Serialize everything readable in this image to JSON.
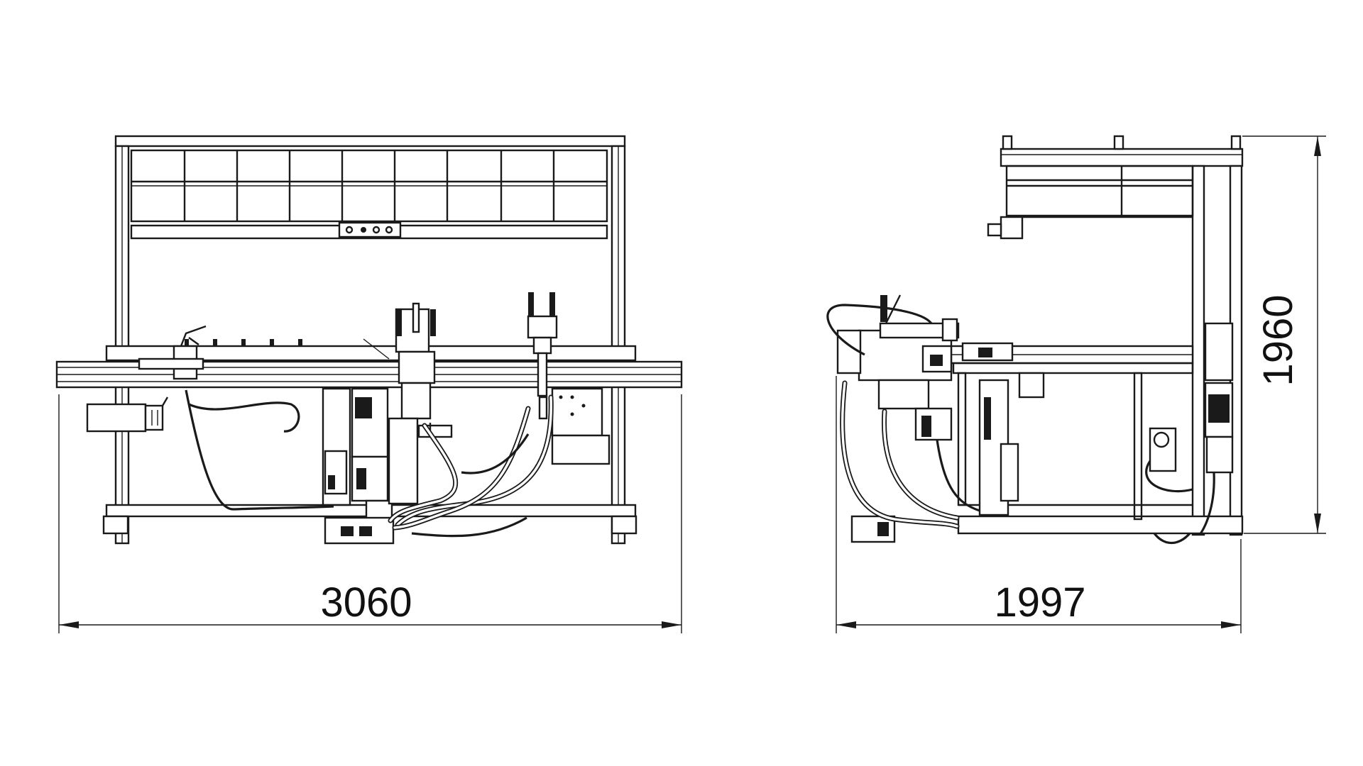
{
  "front_view": {
    "width_dimension": "3060"
  },
  "side_view": {
    "depth_dimension": "1997",
    "height_dimension": "1960"
  },
  "colors": {
    "line": "#1a1a1a",
    "background": "#ffffff"
  }
}
